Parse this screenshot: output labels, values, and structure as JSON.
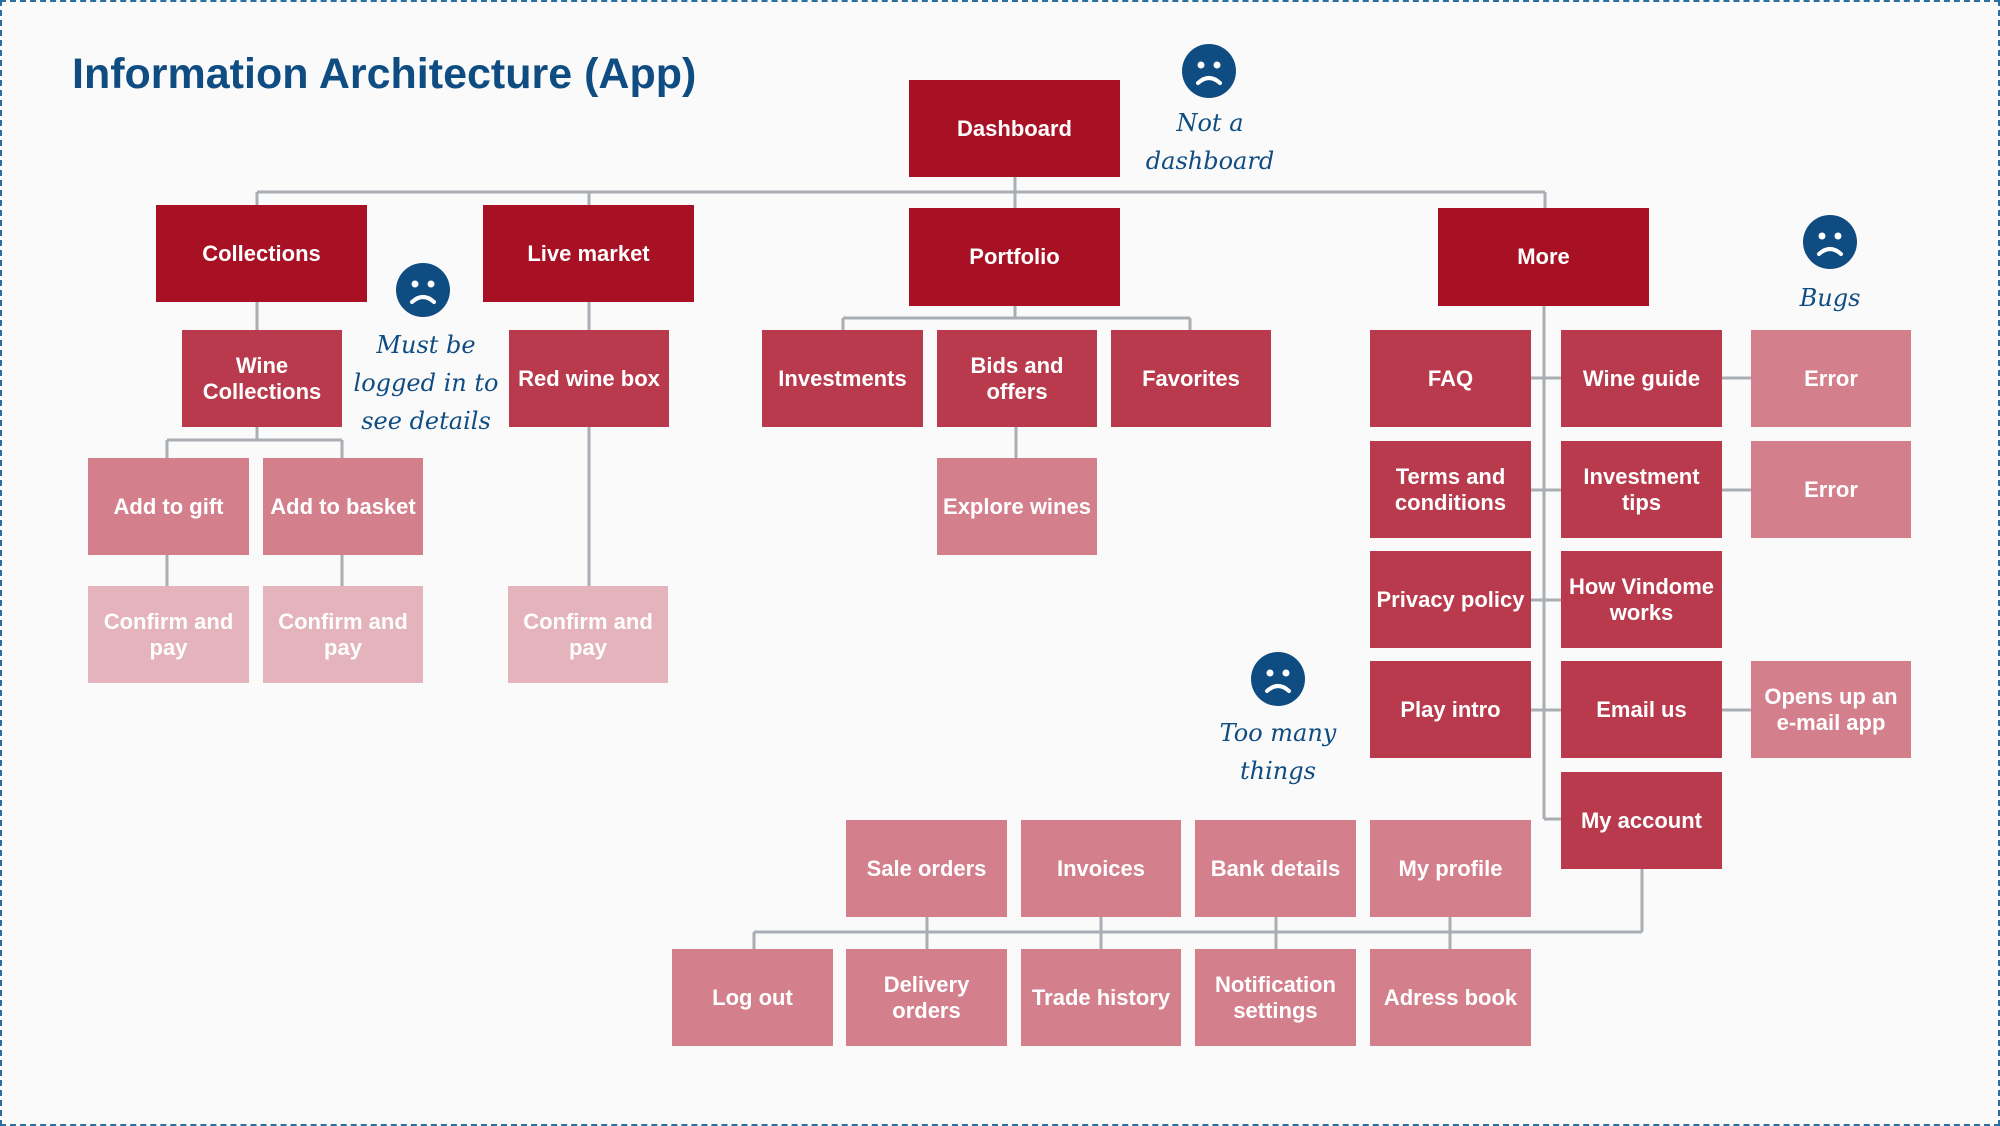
{
  "title": "Information Architecture (App)",
  "colors": {
    "level1": "#a81024",
    "level2": "#b83a4c",
    "level3": "#d3808c",
    "level4": "#e4b3bb",
    "ink": "#0f4c81"
  },
  "icons": [
    "sad-face-icon"
  ],
  "nodes": {
    "dashboard": "Dashboard",
    "collections": "Collections",
    "live_market": "Live market",
    "portfolio": "Portfolio",
    "more": "More",
    "wine_collections": "Wine Collections",
    "red_wine_box": "Red wine box",
    "investments": "Investments",
    "bids_offers": "Bids and offers",
    "favorites": "Favorites",
    "add_to_gift": "Add to gift",
    "add_to_basket": "Add to basket",
    "explore_wines": "Explore wines",
    "confirm_pay_1": "Confirm and pay",
    "confirm_pay_2": "Confirm and pay",
    "confirm_pay_3": "Confirm and pay",
    "faq": "FAQ",
    "wine_guide": "Wine guide",
    "error_1": "Error",
    "terms": "Terms and conditions",
    "investment_tips": "Investment tips",
    "error_2": "Error",
    "privacy": "Privacy policy",
    "how_vindome": "How Vindome works",
    "play_intro": "Play intro",
    "email_us": "Email us",
    "opens_email": "Opens up an e-mail app",
    "my_account": "My account",
    "sale_orders": "Sale orders",
    "invoices": "Invoices",
    "bank_details": "Bank details",
    "my_profile": "My profile",
    "log_out": "Log out",
    "delivery_orders": "Delivery orders",
    "trade_history": "Trade history",
    "notification_settings": "Notification settings",
    "address_book": "Adress book"
  },
  "notes": {
    "dashboard_line1": "Not a",
    "dashboard_line2": "dashboard",
    "login_line1": "Must be",
    "login_line2": "logged in to",
    "login_line3": "see details",
    "bugs": "Bugs",
    "too_many_line1": "Too many",
    "too_many_line2": "things"
  }
}
